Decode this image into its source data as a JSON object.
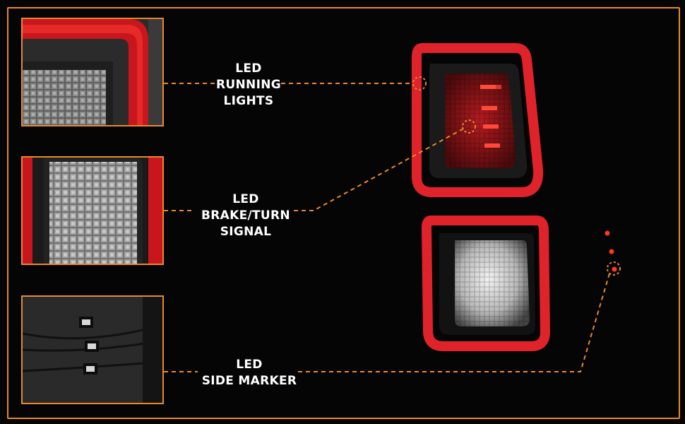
{
  "labels": {
    "running": [
      "LED",
      "RUNNING",
      "LIGHTS"
    ],
    "brake": [
      "LED",
      "BRAKE/TURN",
      "SIGNAL"
    ],
    "marker": [
      "LED",
      "SIDE MARKER"
    ]
  },
  "colors": {
    "accent": "#e8892c",
    "background": "#050505",
    "red_light": "#d9232b",
    "label_text": "#ffffff"
  }
}
